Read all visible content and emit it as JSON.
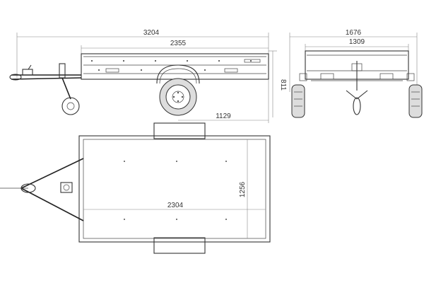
{
  "dimensions": {
    "side_total_length": "3204",
    "side_body_length": "2355",
    "side_axle_offset": "1129",
    "side_height": "811",
    "front_total_width": "1676",
    "front_body_width": "1309",
    "top_inner_length": "2304",
    "top_inner_width": "1256"
  },
  "colors": {
    "line": "#333333",
    "dimension": "#888888",
    "background": "#ffffff"
  }
}
